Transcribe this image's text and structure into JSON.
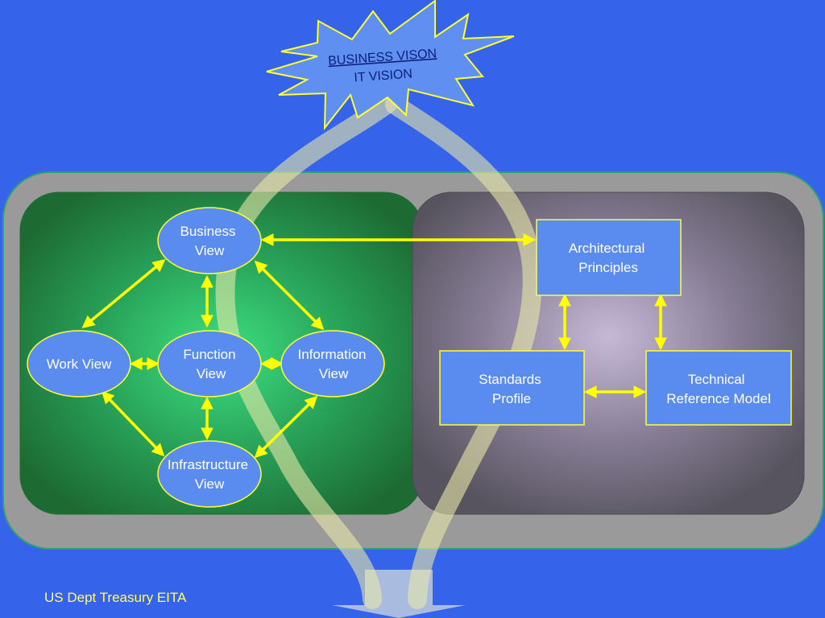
{
  "vision": {
    "line1": "BUSINESS VISON",
    "line2": "IT VISION"
  },
  "views": {
    "business": [
      "Business",
      "View"
    ],
    "work": [
      "Work View"
    ],
    "function": [
      "Function",
      "View"
    ],
    "information": [
      "Information",
      "View"
    ],
    "infrastructure": [
      "Infrastructure",
      "View"
    ]
  },
  "blocks": {
    "architectural_principles": [
      "Architectural",
      "Principles"
    ],
    "standards_profile": [
      "Standards",
      "Profile"
    ],
    "technical_reference_model": [
      "Technical",
      "Reference Model"
    ]
  },
  "footer": "US Dept Treasury EITA",
  "colors": {
    "background": "#3563e9",
    "outer_frame": "#999999",
    "left_panel": "#1f7a3a",
    "right_panel": "#5a5663",
    "node_fill": "#5a8cf0",
    "node_stroke": "#ffff33",
    "arrow": "#ffff00",
    "flow_ribbon": "#e8e8a8"
  }
}
